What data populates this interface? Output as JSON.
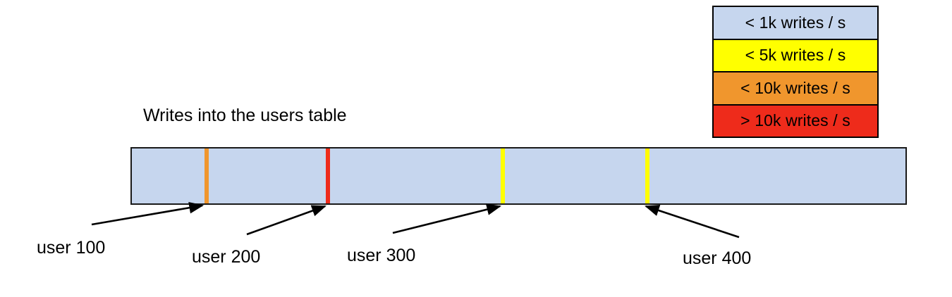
{
  "chart_data": {
    "type": "bar",
    "title": "Writes into the users table",
    "xlabel": "",
    "ylabel": "",
    "orientation": "horizontal",
    "description": "A single horizontal band representing the users table keyspace, partitioned by colored divider lines at user boundaries. Band fill color encodes write rate.",
    "categories": [
      "user 100",
      "user 200",
      "user 300",
      "user 400"
    ],
    "dividers": [
      {
        "label": "user 100",
        "position_pct": 9.5,
        "color": "#f0962d",
        "tier": "< 10k writes / s"
      },
      {
        "label": "user 200",
        "position_pct": 25.1,
        "color": "#ee2b1b",
        "tier": "> 10k writes / s"
      },
      {
        "label": "user 300",
        "position_pct": 47.6,
        "color": "#ffff00",
        "tier": "< 5k writes / s"
      },
      {
        "label": "user 400",
        "position_pct": 66.4,
        "color": "#ffff00",
        "tier": "< 5k writes / s"
      }
    ],
    "band_fill": "#c6d6ee",
    "band_tier": "< 1k writes / s",
    "legend_position": "top-right",
    "grid": false
  },
  "legend": {
    "name": "write-rate-legend",
    "items": [
      {
        "label": "< 1k writes / s",
        "color": "#c6d6ee"
      },
      {
        "label": "< 5k writes / s",
        "color": "#ffff00"
      },
      {
        "label": "< 10k writes / s",
        "color": "#f0962d"
      },
      {
        "label": "> 10k writes / s",
        "color": "#ee2b1b"
      }
    ]
  },
  "title": {
    "text": "Writes into the users table"
  },
  "annotations": [
    {
      "label": "user 100"
    },
    {
      "label": "user 200"
    },
    {
      "label": "user 300"
    },
    {
      "label": "user 400"
    }
  ]
}
